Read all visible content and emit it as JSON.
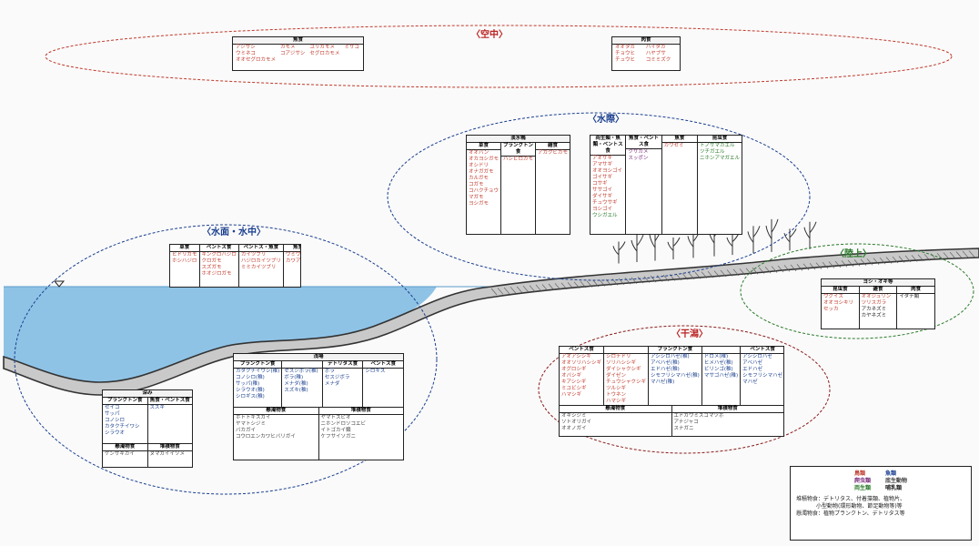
{
  "colors": {
    "bird": "#c0392b",
    "fish": "#1a3f8f",
    "reptile": "#7a2b7a",
    "benthos": "#444444",
    "amphibian": "#2a7a2a",
    "mammal": "#222222",
    "insect": "#222222",
    "water": "#8fc3e6"
  },
  "zones": {
    "air": "〈空中〉",
    "waterside": "〈水際〉",
    "water": "〈水面・水中〉",
    "land": "〈陸上〉",
    "tidal": "〈干潟〉"
  },
  "air": {
    "fish_eat": {
      "title": "魚食",
      "items": [
        {
          "t": "アジサシ",
          "c": "bird"
        },
        {
          "t": "カモメ",
          "c": "bird"
        },
        {
          "t": "ユリカモメ",
          "c": "bird"
        },
        {
          "t": "ミサゴ",
          "c": "bird"
        },
        {
          "t": "ウミネコ",
          "c": "bird"
        },
        {
          "t": "コアジサシ",
          "c": "bird"
        },
        {
          "t": "セグロカモメ",
          "c": "bird"
        },
        {
          "t": "",
          "c": "bird"
        },
        {
          "t": "オオセグロカモメ",
          "c": "bird"
        }
      ]
    },
    "meat_eat": {
      "title": "肉食",
      "items": [
        {
          "t": "オオタカ",
          "c": "bird"
        },
        {
          "t": "ハイタカ",
          "c": "bird"
        },
        {
          "t": "チョウヒ",
          "c": "bird"
        },
        {
          "t": "ハヤブサ",
          "c": "bird"
        },
        {
          "t": "チュウヒ",
          "c": "bird"
        },
        {
          "t": "コミミズク",
          "c": "bird"
        }
      ]
    }
  },
  "waterside": {
    "fresh": {
      "title": "淡水鴨",
      "cols": [
        {
          "h": "草食",
          "items": [
            {
              "t": "オオバン",
              "c": "bird"
            },
            {
              "t": "オカヨシガモ",
              "c": "bird"
            },
            {
              "t": "オシドリ",
              "c": "bird"
            },
            {
              "t": "オナガガモ",
              "c": "bird"
            },
            {
              "t": "カルガモ",
              "c": "bird"
            },
            {
              "t": "コガモ",
              "c": "bird"
            },
            {
              "t": "コハクチョウ",
              "c": "bird"
            },
            {
              "t": "マガモ",
              "c": "bird"
            },
            {
              "t": "ヨシガモ",
              "c": "bird"
            }
          ]
        },
        {
          "h": "プランクトン食",
          "items": [
            {
              "t": "ハシビロガモ",
              "c": "bird"
            }
          ]
        },
        {
          "h": "雑食",
          "items": [
            {
              "t": "アカクビガモ",
              "c": "bird"
            }
          ]
        }
      ]
    },
    "others": {
      "cols": [
        {
          "h": "両生類・魚類・ベントス食",
          "items": [
            {
              "t": "アオサギ",
              "c": "bird"
            },
            {
              "t": "アマサギ",
              "c": "bird"
            },
            {
              "t": "オオヨシゴイ",
              "c": "bird"
            },
            {
              "t": "ゴイサギ",
              "c": "bird"
            },
            {
              "t": "コサギ",
              "c": "bird"
            },
            {
              "t": "ササゴイ",
              "c": "bird"
            },
            {
              "t": "ダイサギ",
              "c": "bird"
            },
            {
              "t": "チュウサギ",
              "c": "bird"
            },
            {
              "t": "ヨシゴイ",
              "c": "bird"
            },
            {
              "t": "ウシガエル",
              "c": "amphibian"
            }
          ]
        },
        {
          "h": "魚食・ベントス食",
          "items": [
            {
              "t": "クサガメ",
              "c": "reptile"
            },
            {
              "t": "スッポン",
              "c": "reptile"
            }
          ]
        },
        {
          "h": "魚食",
          "items": [
            {
              "t": "カワセミ",
              "c": "bird"
            }
          ]
        },
        {
          "h": "昆虫食",
          "items": [
            {
              "t": "トノサマガエル",
              "c": "amphibian"
            },
            {
              "t": "ツチガエル",
              "c": "amphibian"
            },
            {
              "t": "ニホンアマガエル",
              "c": "amphibian"
            }
          ]
        }
      ]
    }
  },
  "surface": {
    "cols": [
      {
        "h": "草食",
        "items": [
          {
            "t": "ヒドリガモ",
            "c": "bird"
          },
          {
            "t": "ホシハジロ",
            "c": "bird"
          }
        ]
      },
      {
        "h": "ベントス食",
        "items": [
          {
            "t": "キンクロハジロ",
            "c": "bird"
          },
          {
            "t": "クロガモ",
            "c": "bird"
          },
          {
            "t": "スズガモ",
            "c": "bird"
          },
          {
            "t": "ホオジロガモ",
            "c": "bird"
          }
        ]
      },
      {
        "h": "ベントス・魚食",
        "items": [
          {
            "t": "カイツブリ",
            "c": "bird"
          },
          {
            "t": "ハジロカイツブリ",
            "c": "bird"
          },
          {
            "t": "ミミカイツブリ",
            "c": "bird"
          }
        ]
      },
      {
        "h": "魚食",
        "items": [
          {
            "t": "ウミウ",
            "c": "bird"
          },
          {
            "t": "カワアイサ",
            "c": "bird"
          }
        ]
      }
    ]
  },
  "shallows": {
    "title": "浅場",
    "upper": [
      {
        "h": "プランクトン食",
        "items": [
          {
            "t": "カタクチイワシ(稚)",
            "c": "fish"
          },
          {
            "t": "コノシロ(稚)",
            "c": "fish"
          },
          {
            "t": "サッパ(稚)",
            "c": "fish"
          },
          {
            "t": "シラウオ(稚)",
            "c": "fish"
          },
          {
            "t": "シロギス(稚)",
            "c": "fish"
          }
        ]
      },
      {
        "h": "",
        "items": [
          {
            "t": "セスジボラ(稚)",
            "c": "fish"
          },
          {
            "t": "ボラ(稚)",
            "c": "fish"
          },
          {
            "t": "メナダ(稚)",
            "c": "fish"
          },
          {
            "t": "スズキ(稚)",
            "c": "fish"
          }
        ]
      },
      {
        "h": "デトリタス食",
        "items": [
          {
            "t": "ボラ",
            "c": "fish"
          },
          {
            "t": "セスジボラ",
            "c": "fish"
          },
          {
            "t": "メナダ",
            "c": "fish"
          }
        ]
      },
      {
        "h": "ベントス食",
        "items": [
          {
            "t": "シロギス",
            "c": "fish"
          }
        ]
      }
    ],
    "lower": [
      {
        "h": "懸濁物食",
        "items": [
          {
            "t": "ホトトギスガイ",
            "c": "benthos"
          },
          {
            "t": "ヤマトシジミ",
            "c": "benthos"
          },
          {
            "t": "バカガイ",
            "c": "benthos"
          },
          {
            "t": "コウロエンカワヒバリガイ",
            "c": "benthos"
          }
        ]
      },
      {
        "h": "堆積物食",
        "items": [
          {
            "t": "ヤマトスピオ",
            "c": "benthos"
          },
          {
            "t": "ニホンドロソコエビ",
            "c": "benthos"
          },
          {
            "t": "イトゴカイ類",
            "c": "benthos"
          },
          {
            "t": "ケフサイソガニ",
            "c": "benthos"
          }
        ]
      }
    ]
  },
  "deep": {
    "title": "深み",
    "upper": [
      {
        "h": "プランクトン食",
        "items": [
          {
            "t": "セイゴ",
            "c": "fish"
          },
          {
            "t": "サッパ",
            "c": "fish"
          },
          {
            "t": "コノシロ",
            "c": "fish"
          },
          {
            "t": "カタクチイワシ",
            "c": "fish"
          },
          {
            "t": "シラウオ",
            "c": "fish"
          }
        ]
      },
      {
        "h": "魚食・ベントス食",
        "items": [
          {
            "t": "スズキ",
            "c": "fish"
          }
        ]
      }
    ],
    "lower": [
      {
        "h": "懸濁物食",
        "items": [
          {
            "t": "ケンサキガイ",
            "c": "benthos"
          }
        ]
      },
      {
        "h": "堆積物食",
        "items": [
          {
            "t": "ヌマガイイソメ",
            "c": "benthos"
          }
        ]
      }
    ]
  },
  "tidal": {
    "upper": [
      {
        "h": "ベントス食",
        "items": [
          {
            "t": "アオアシシギ",
            "c": "bird"
          },
          {
            "t": "オオソリハシシギ",
            "c": "bird"
          },
          {
            "t": "オグロシギ",
            "c": "bird"
          },
          {
            "t": "オバシギ",
            "c": "bird"
          },
          {
            "t": "キアシシギ",
            "c": "bird"
          },
          {
            "t": "ミユビシギ",
            "c": "bird"
          },
          {
            "t": "ハマシギ",
            "c": "bird"
          }
        ]
      },
      {
        "h": "",
        "items": [
          {
            "t": "シロチドリ",
            "c": "bird"
          },
          {
            "t": "ソリハシシギ",
            "c": "bird"
          },
          {
            "t": "ダイシャクシギ",
            "c": "bird"
          },
          {
            "t": "ダイゼン",
            "c": "bird"
          },
          {
            "t": "チュウシャクシギ",
            "c": "bird"
          },
          {
            "t": "ツルシギ",
            "c": "bird"
          },
          {
            "t": "トウネン",
            "c": "bird"
          },
          {
            "t": "ハマシギ",
            "c": "bird"
          }
        ]
      },
      {
        "h": "プランクトン食",
        "items": [
          {
            "t": "アシシロハゼ(稚)",
            "c": "fish"
          },
          {
            "t": "アベハゼ(稚)",
            "c": "fish"
          },
          {
            "t": "エドハゼ(稚)",
            "c": "fish"
          },
          {
            "t": "シモフリシマハゼ(稚)",
            "c": "fish"
          },
          {
            "t": "マハゼ(稚)",
            "c": "fish"
          }
        ]
      },
      {
        "h": "",
        "items": [
          {
            "t": "ドロメ(稚)",
            "c": "fish"
          },
          {
            "t": "ヒメハゼ(稚)",
            "c": "fish"
          },
          {
            "t": "ビリンゴ(稚)",
            "c": "fish"
          },
          {
            "t": "マサゴハゼ(稚)",
            "c": "fish"
          }
        ]
      },
      {
        "h": "ベントス食",
        "items": [
          {
            "t": "アシシロハゼ",
            "c": "fish"
          },
          {
            "t": "アベハゼ",
            "c": "fish"
          },
          {
            "t": "エドハゼ",
            "c": "fish"
          },
          {
            "t": "シモフリシマハゼ",
            "c": "fish"
          },
          {
            "t": "マハゼ",
            "c": "fish"
          }
        ]
      },
      {
        "h": "",
        "items": [
          {
            "t": "ドロメ",
            "c": "fish"
          },
          {
            "t": "ヒメハゼ",
            "c": "fish"
          },
          {
            "t": "ビリンゴ",
            "c": "fish"
          },
          {
            "t": "マサゴハゼ",
            "c": "fish"
          }
        ]
      }
    ],
    "lower": [
      {
        "h": "懸濁物食",
        "items": [
          {
            "t": "オキシジミ",
            "c": "benthos"
          },
          {
            "t": "ソトオリガイ",
            "c": "benthos"
          },
          {
            "t": "オオノガイ",
            "c": "benthos"
          }
        ]
      },
      {
        "h": "堆積物食",
        "items": [
          {
            "t": "エドガワミズゴマツボ",
            "c": "benthos"
          },
          {
            "t": "アナジャコ",
            "c": "benthos"
          },
          {
            "t": "スナガニ",
            "c": "benthos"
          }
        ]
      }
    ]
  },
  "land": {
    "title": "ヨシ・オギ等",
    "cols": [
      {
        "h": "昆虫食",
        "items": [
          {
            "t": "ウグイス",
            "c": "bird"
          },
          {
            "t": "オオヨシキリ",
            "c": "bird"
          },
          {
            "t": "セッカ",
            "c": "bird"
          }
        ]
      },
      {
        "h": "雑食",
        "items": [
          {
            "t": "オオジュリン",
            "c": "bird"
          },
          {
            "t": "ツリスガラ",
            "c": "bird"
          },
          {
            "t": "アカネズミ",
            "c": "mammal"
          },
          {
            "t": "カヤネズミ",
            "c": "mammal"
          }
        ]
      },
      {
        "h": "肉食",
        "items": [
          {
            "t": "イタチ類",
            "c": "mammal"
          }
        ]
      }
    ]
  },
  "legend": {
    "entries": [
      {
        "t": "鳥類",
        "c": "bird"
      },
      {
        "t": "魚類",
        "c": "fish"
      },
      {
        "t": "爬虫類",
        "c": "reptile"
      },
      {
        "t": "底生動物",
        "c": "benthos"
      },
      {
        "t": "両生類",
        "c": "amphibian"
      },
      {
        "t": "哺乳類",
        "c": "mammal"
      }
    ],
    "notes": [
      "堆積物食：デトリタス、付着藻類、植物片、",
      "小型動物(環形動物、節足動物等)等",
      "懸濁物食：植物プランクトン、デトリタス等"
    ]
  }
}
